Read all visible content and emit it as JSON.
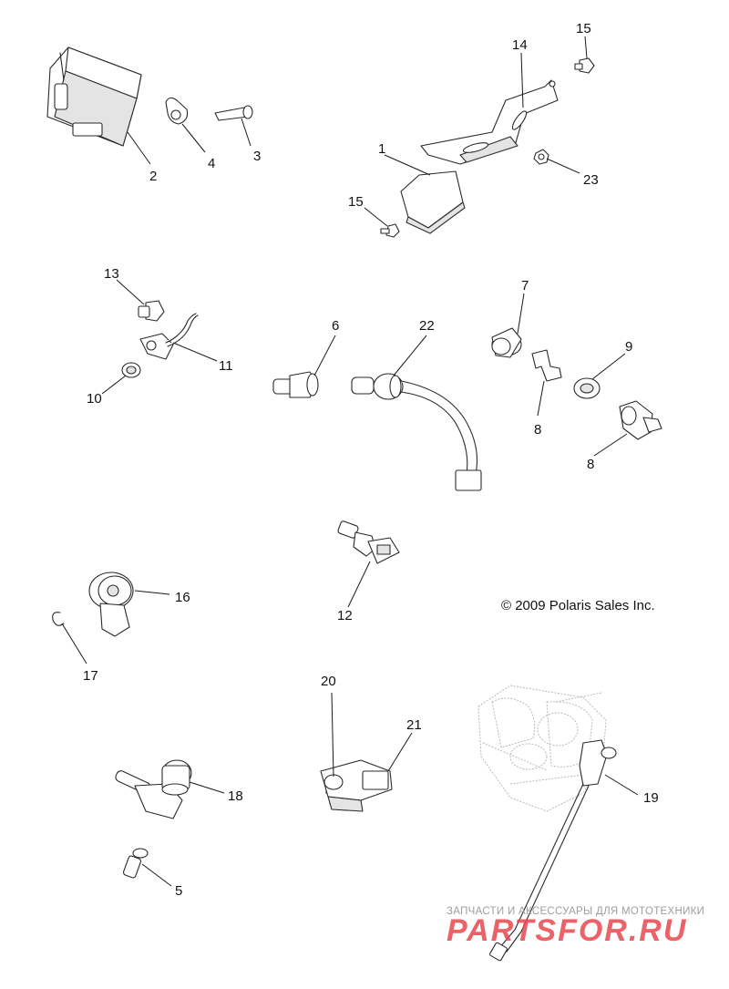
{
  "diagram": {
    "callouts": {
      "c1": "1",
      "c2": "2",
      "c3": "3",
      "c4": "4",
      "c5": "5",
      "c6": "6",
      "c7": "7",
      "c8a": "8",
      "c8b": "8",
      "c9": "9",
      "c10": "10",
      "c11": "11",
      "c12": "12",
      "c13": "13",
      "c14": "14",
      "c15a": "15",
      "c15b": "15",
      "c16": "16",
      "c17": "17",
      "c18": "18",
      "c19": "19",
      "c20": "20",
      "c21": "21",
      "c22": "22",
      "c23": "23"
    },
    "copyright": "© 2009 Polaris Sales Inc."
  },
  "watermark": {
    "tagline": "ЗАПЧАСТИ И АКСЕССУАРЫ ДЛЯ МОТОТЕХНИКИ",
    "brand": "PARTSFOR.RU",
    "color": "#e8474f"
  }
}
